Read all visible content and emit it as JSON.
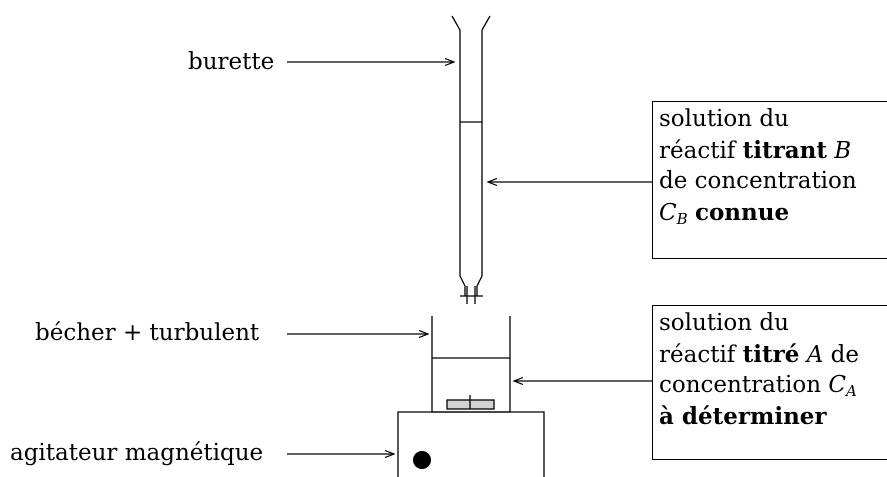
{
  "labels": {
    "burette": "burette",
    "becher": "bécher + turbulent",
    "agitateur": "agitateur magnétique"
  },
  "titrant_box": {
    "line1": "solution du",
    "line2_pre": "réactif ",
    "line2_bold": "titrant",
    "line2_var": "B",
    "line3": "de concentration",
    "line4_var": "C",
    "line4_sub": "B",
    "line4_bold": "connue"
  },
  "titre_box": {
    "line1": "solution du",
    "line2_pre": "réactif ",
    "line2_bold": "titré",
    "line2_var": "A",
    "line2_post": " de",
    "line3_pre": "concentration ",
    "line3_var": "C",
    "line3_sub": "A",
    "line4_bold": "à déterminer"
  }
}
